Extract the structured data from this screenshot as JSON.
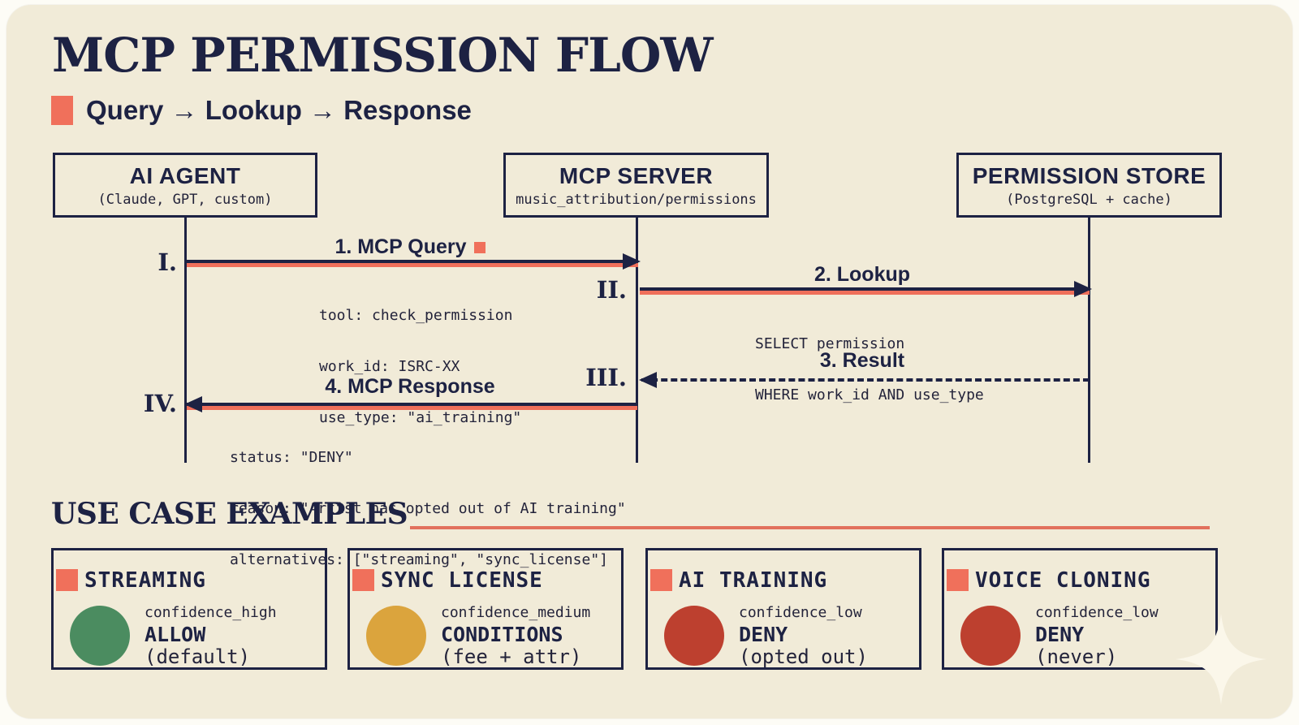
{
  "page": {
    "title": "MCP PERMISSION FLOW",
    "subtitle": "Query → Lookup → Response"
  },
  "colors": {
    "background": "#f1ebd8",
    "navy": "#1d2243",
    "coral": "#f0705b",
    "green": "#4b8c60",
    "gold": "#dba43d",
    "red": "#bd402f"
  },
  "actors": [
    {
      "name": "AI AGENT",
      "detail": "(Claude, GPT, custom)"
    },
    {
      "name": "MCP SERVER",
      "detail": "music_attribution/permissions"
    },
    {
      "name": "PERMISSION STORE",
      "detail": "(PostgreSQL + cache)"
    }
  ],
  "messages": [
    {
      "step": "I.",
      "label": "1. MCP Query",
      "from": "AI AGENT",
      "to": "MCP SERVER",
      "style": "solid",
      "annotation": [
        "tool: check_permission",
        "work_id: ISRC-XX",
        "use_type: \"ai_training\""
      ]
    },
    {
      "step": "II.",
      "label": "2. Lookup",
      "from": "MCP SERVER",
      "to": "PERMISSION STORE",
      "style": "solid",
      "annotation": [
        "SELECT permission",
        "WHERE work_id AND use_type"
      ]
    },
    {
      "step": "III.",
      "label": "3. Result",
      "from": "PERMISSION STORE",
      "to": "MCP SERVER",
      "style": "dashed",
      "annotation": []
    },
    {
      "step": "IV.",
      "label": "4. MCP Response",
      "from": "MCP SERVER",
      "to": "AI AGENT",
      "style": "solid",
      "annotation": [
        "status: \"DENY\"",
        "reason: \"Artist has opted out of AI training\"",
        "alternatives: [\"streaming\", \"sync_license\"]"
      ]
    }
  ],
  "use_cases": {
    "heading": "USE CASE EXAMPLES",
    "cards": [
      {
        "title": "STREAMING",
        "dot_color": "#4b8c60",
        "confidence": "confidence_high",
        "decision": "ALLOW",
        "note": "(default)"
      },
      {
        "title": "SYNC LICENSE",
        "dot_color": "#dba43d",
        "confidence": "confidence_medium",
        "decision": "CONDITIONS",
        "note": "(fee + attr)"
      },
      {
        "title": "AI TRAINING",
        "dot_color": "#bd402f",
        "confidence": "confidence_low",
        "decision": "DENY",
        "note": "(opted out)"
      },
      {
        "title": "VOICE CLONING",
        "dot_color": "#bd402f",
        "confidence": "confidence_low",
        "decision": "DENY",
        "note": "(never)"
      }
    ]
  }
}
